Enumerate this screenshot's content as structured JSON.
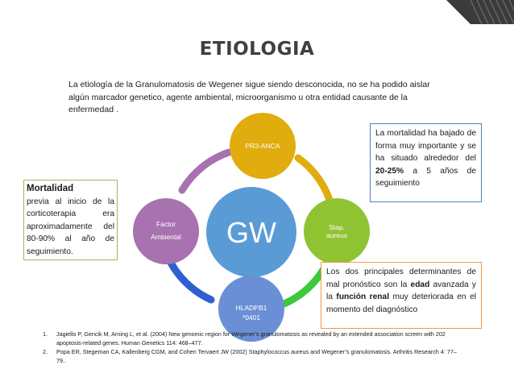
{
  "title": "ETIOLOGIA",
  "intro": "La etiología de la Granulomatosis de Wegener sigue siendo desconocida, no se ha podido aislar algún marcador genetico, agente ambiental, microorganismo u otra entidad causante de la enfermedad .",
  "cycle": {
    "center": "GW",
    "center_color": "#5b9bd5",
    "nodes": [
      {
        "label": "PR3-ANCA",
        "color": "#e0ac0e"
      },
      {
        "label": "Stap. aureus",
        "color": "#8fc332"
      },
      {
        "label": "HLADPB1 *0401",
        "color": "#6b8fd6"
      },
      {
        "label": "Factor Ambiental",
        "color": "#a872b0"
      }
    ],
    "arc_colors": [
      "#e0ac0e",
      "#3cc93c",
      "#2f5fd0",
      "#a872b0"
    ]
  },
  "left_box": {
    "heading": "Mortalidad",
    "text": "previa al inicio de la corticoterapia era aproximadamente del 80-90% al año de seguimiento."
  },
  "right_box_top": {
    "text_before": "La mortalidad ha bajado de forma muy importante y se ha situado alrededor del ",
    "bold": "20-25%",
    "text_after": " a 5 años de seguimiento"
  },
  "right_box_bottom": {
    "text_1": "Los dos principales determinantes de mal pronóstico son la ",
    "bold_1": "edad",
    "text_2": " avanzada y la ",
    "bold_2": "función renal",
    "text_3": " muy deteriorada en el momento del diagnóstico"
  },
  "references": [
    {
      "num": "1.",
      "text": "Jagiello P, Gencik M, Arning L, et al. (2004) New genomic region for Wegener’s granulomatosis as revealed by an extended association screen with 202 apoptosis-related genes. Human Genetics 114: 468–477."
    },
    {
      "num": "2.",
      "text": "Popa ER, Stegeman CA, Kallenberg CGM, and Cohen Tervaert JW (2002) Staphylococcus aureus and Wegener’s granulomatosis. Arthritis Research 4: 77–79.."
    }
  ]
}
